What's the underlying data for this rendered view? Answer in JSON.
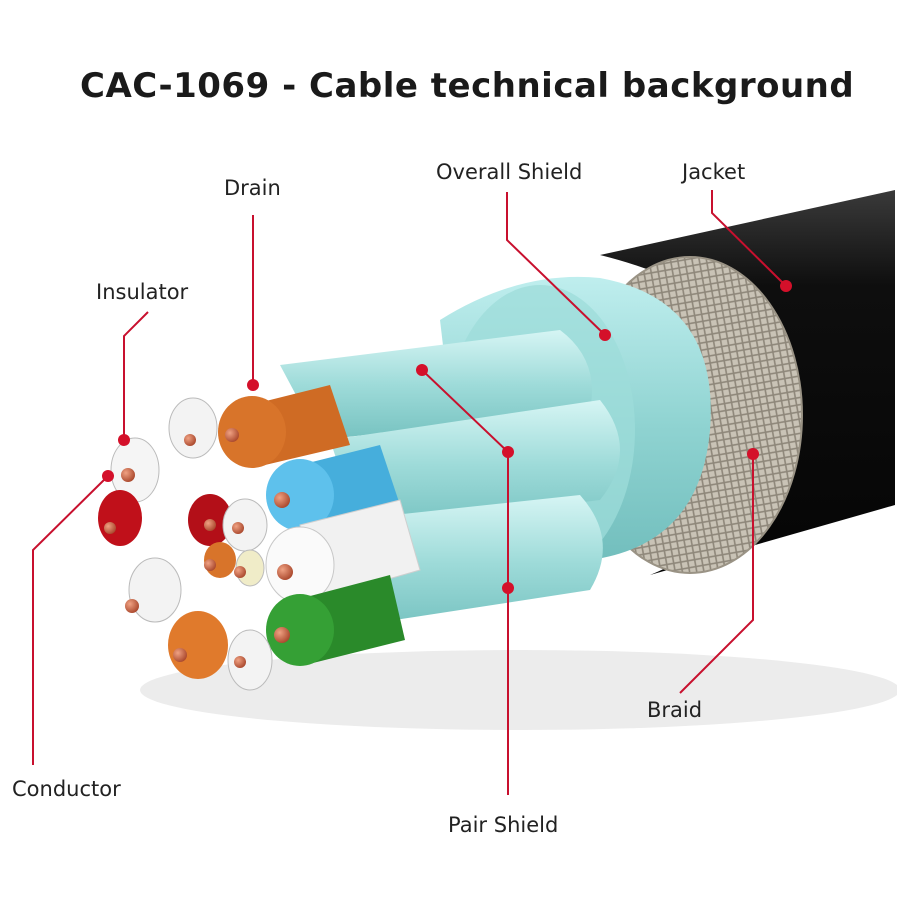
{
  "title": "CAC-1069 - Cable technical background",
  "labels": {
    "drain": "Drain",
    "overall_shield": "Overall Shield",
    "jacket": "Jacket",
    "insulator": "Insulator",
    "conductor": "Conductor",
    "braid": "Braid",
    "pair_shield": "Pair Shield"
  },
  "colors": {
    "leader": "#c8102e",
    "jacket": "#111111",
    "shield": "#8fd3d1",
    "braid": "#b8b2a6",
    "copper": "#c8684a",
    "wire_orange": "#d96a1e",
    "wire_blue": "#4fb8e6",
    "wire_green": "#2e8b2e",
    "wire_red": "#c0101a",
    "wire_white": "#f2f2f2"
  }
}
